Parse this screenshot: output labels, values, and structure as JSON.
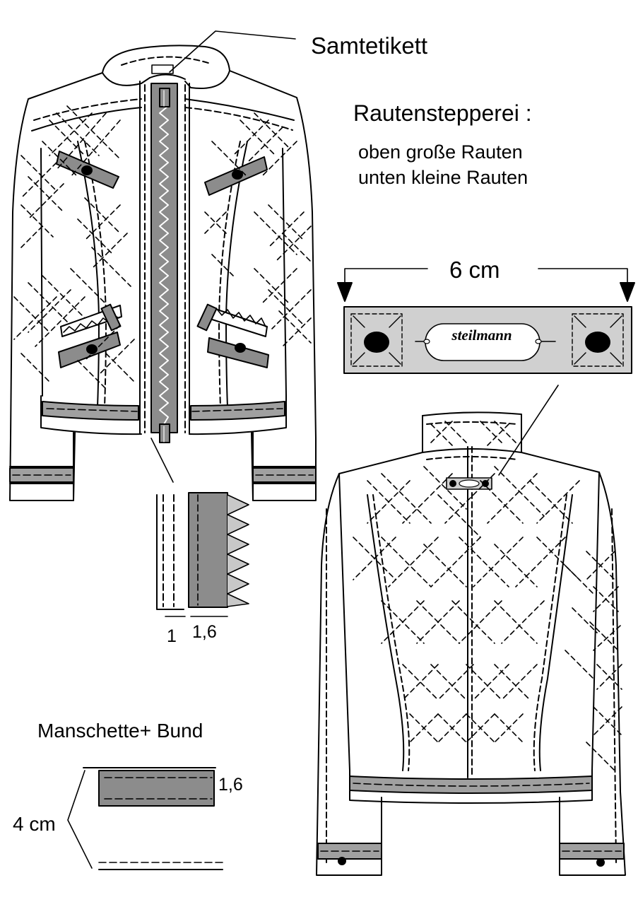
{
  "labels": {
    "samtetikett": "Samtetikett",
    "rautenstepperei": "Rautenstepperei :",
    "oben": "oben große Rauten",
    "unten": "unten kleine Rauten",
    "width_label": "6 cm",
    "zipper_dim_1": "1",
    "zipper_dim_2": "1,6",
    "manschette_title": "Manschette+ Bund",
    "manschette_dim": "1,6",
    "manschette_height": "4 cm",
    "brand": "steilmann"
  },
  "colors": {
    "line": "#000000",
    "band_gray": "#a0a0a0",
    "zip_gray": "#8c8c8c",
    "label_bg": "#d0d0d0",
    "paper": "#ffffff"
  }
}
